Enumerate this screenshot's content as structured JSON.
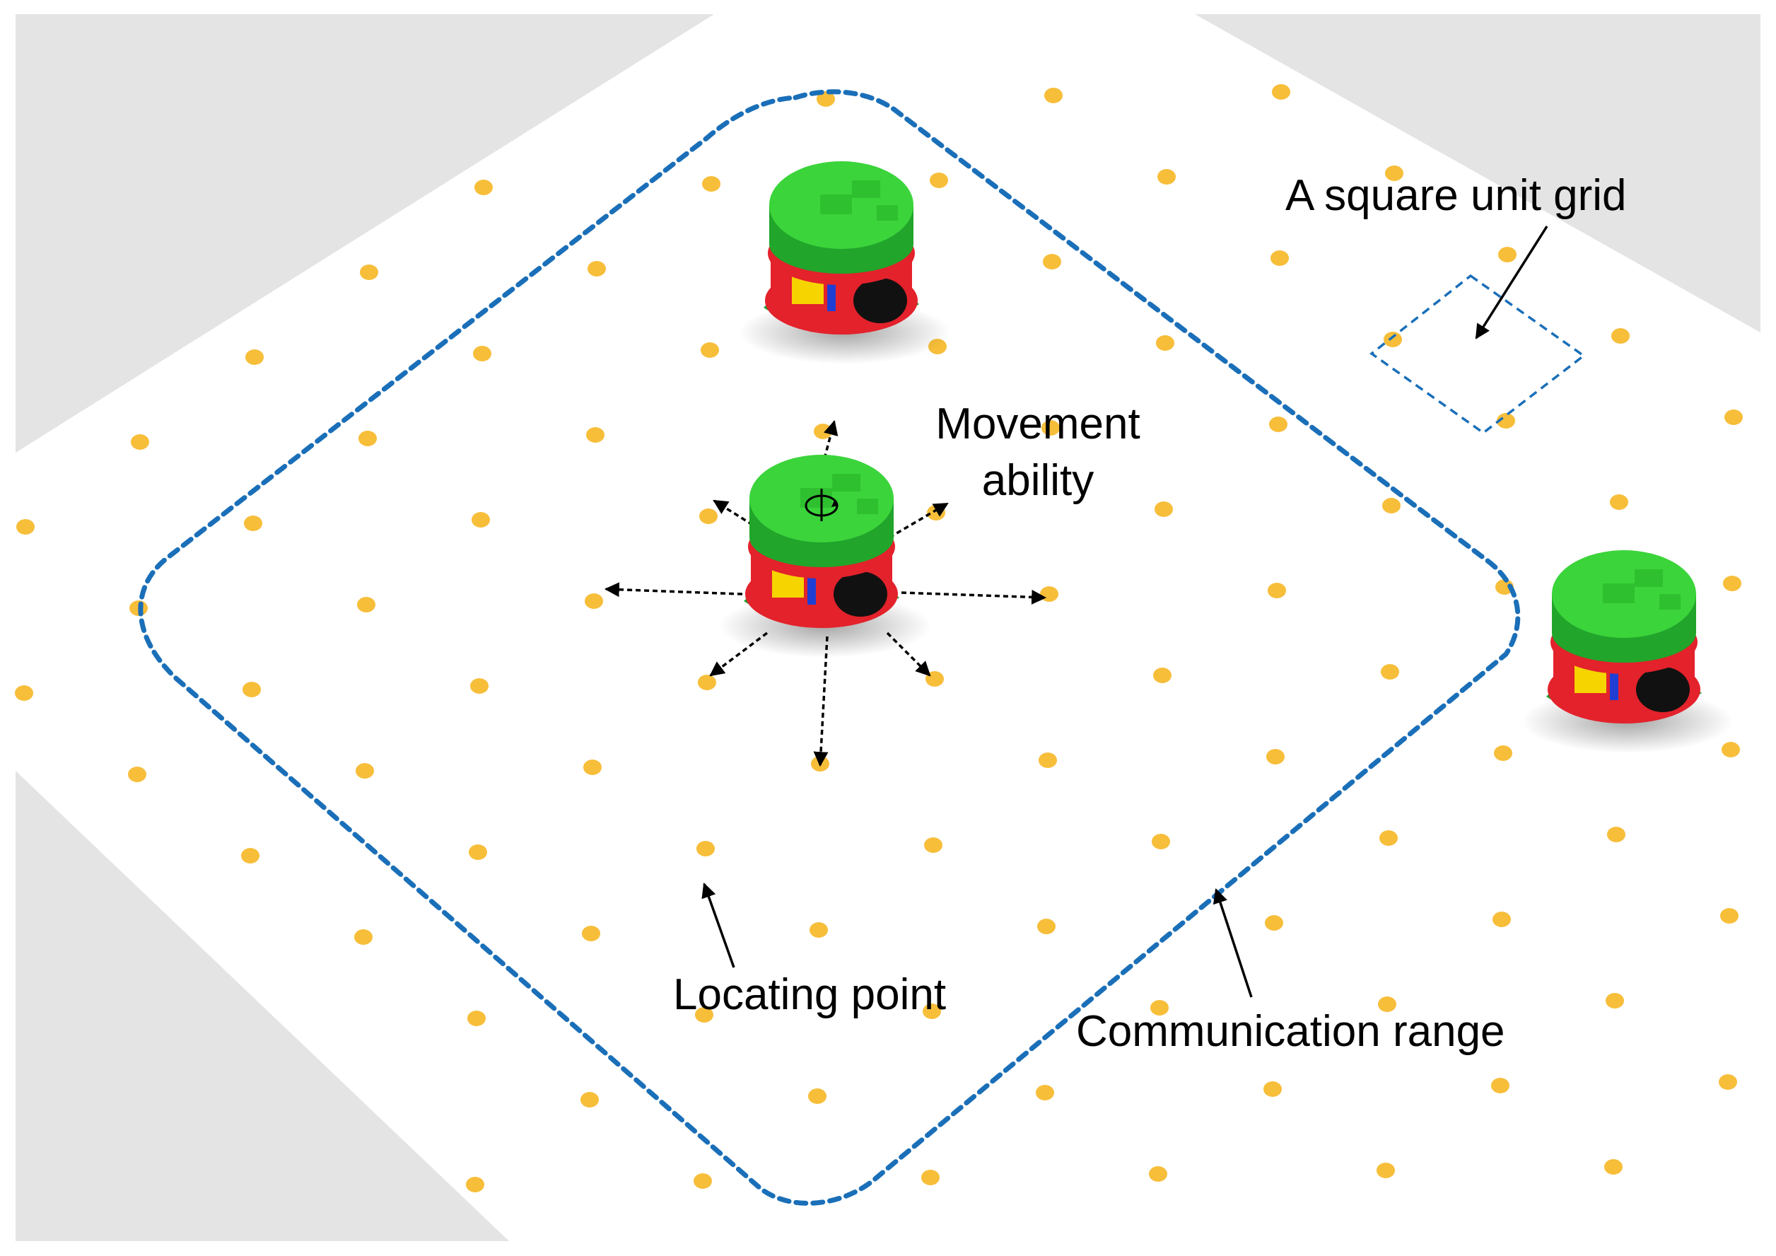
{
  "labels": {
    "square_unit_grid": "A square unit grid",
    "movement_line1": "Movement",
    "movement_line2": "ability",
    "locating_point": "Locating point",
    "communication_range": "Communication range"
  },
  "colors": {
    "background": "#ffffff",
    "floor": "#ffffff",
    "floor_shadow": "#e8e8e8",
    "locating_point": "#f7be3a",
    "communication_range": "#1a6fb8",
    "robot_top": "#3bd43b",
    "robot_body": "#e3222b",
    "robot_base": "#1ea12e",
    "wheel": "#111111",
    "arrow": "#000000"
  },
  "icons": {
    "robot": "robot-icon",
    "rotation": "rotation-icon"
  },
  "robots_count": 3
}
